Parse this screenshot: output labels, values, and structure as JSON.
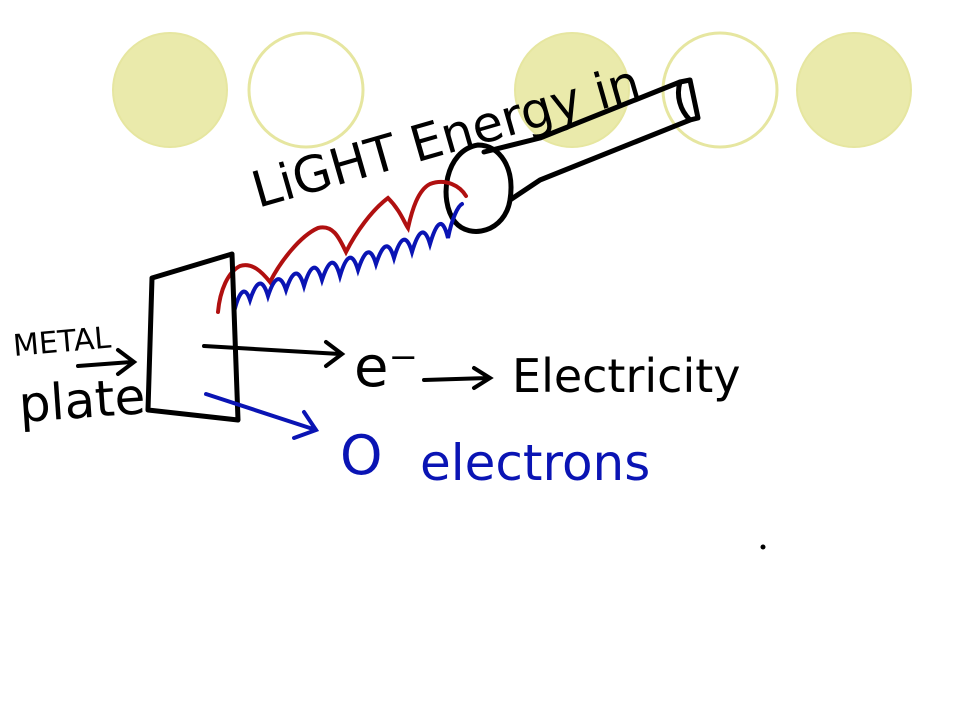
{
  "colors": {
    "circle_fill": "#EAEAAB",
    "circle_stroke": "#E6E6A0",
    "ink": "#000000",
    "red_wave": "#B01010",
    "blue_wave": "#0A14B4"
  },
  "labels": {
    "light_energy": "LiGHT Energy in",
    "metal": "METAL",
    "plate": "plate",
    "electron_symbol": "e⁻",
    "electricity": "Electricity",
    "zero_electrons_num": "O",
    "zero_electrons_word": "electrons"
  }
}
